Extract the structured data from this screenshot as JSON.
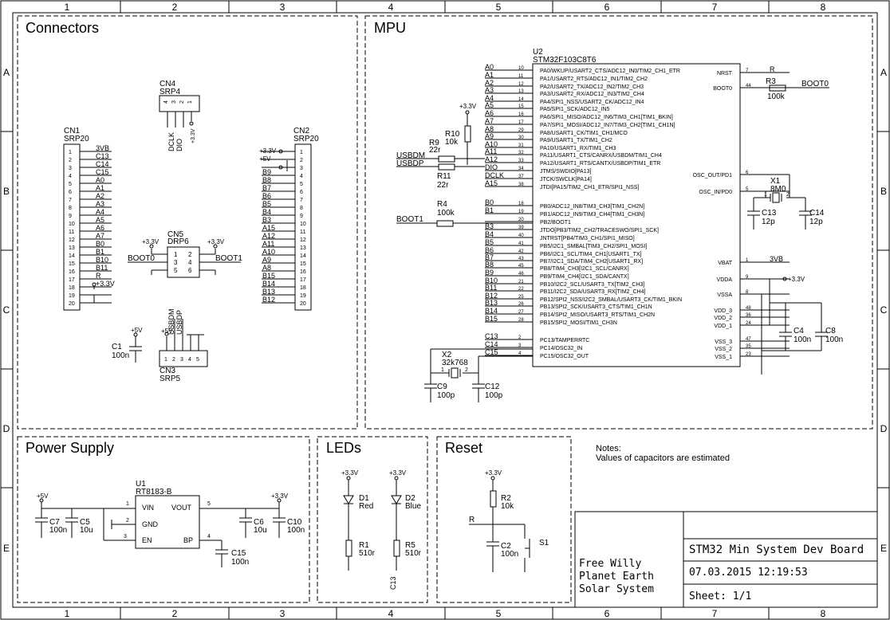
{
  "border": {
    "columns": [
      "1",
      "2",
      "3",
      "4",
      "5",
      "6",
      "7",
      "8"
    ],
    "rows": [
      "A",
      "B",
      "C",
      "D",
      "E"
    ]
  },
  "sections": {
    "connectors": "Connectors",
    "mpu": "MPU",
    "power": "Power Supply",
    "leds": "LEDs",
    "reset": "Reset"
  },
  "notes": {
    "title": "Notes:",
    "text": "Values of capacitors are estimated"
  },
  "title_block": {
    "author_line1": "Free Willy",
    "author_line2": "Planet Earth",
    "author_line3": "Solar System",
    "title": "STM32 Min System Dev Board",
    "date": "07.03.2015 12:19:53",
    "sheet": "Sheet: 1/1"
  },
  "cn1": {
    "ref": "CN1",
    "type": "SRP20",
    "pins": [
      "1",
      "2",
      "3",
      "4",
      "5",
      "6",
      "7",
      "8",
      "9",
      "10",
      "11",
      "12",
      "13",
      "14",
      "15",
      "16",
      "17",
      "18",
      "19",
      "20"
    ],
    "nets": [
      "3VB",
      "C13",
      "C14",
      "C15",
      "A0",
      "A1",
      "A2",
      "A3",
      "A4",
      "A5",
      "A6",
      "A7",
      "B0",
      "B1",
      "B10",
      "B11",
      "R",
      "+3.3V",
      "",
      ""
    ]
  },
  "cn2": {
    "ref": "CN2",
    "type": "SRP20",
    "pins": [
      "1",
      "2",
      "3",
      "4",
      "5",
      "6",
      "7",
      "8",
      "9",
      "10",
      "11",
      "12",
      "13",
      "14",
      "15",
      "16",
      "17",
      "18",
      "19",
      "20"
    ],
    "nets": [
      "+3.3V",
      "+5V",
      "",
      "B9",
      "B8",
      "B7",
      "B6",
      "B5",
      "B4",
      "B3",
      "A15",
      "A12",
      "A11",
      "A10",
      "A9",
      "A8",
      "B15",
      "B14",
      "B13",
      "B12"
    ]
  },
  "cn4": {
    "ref": "CN4",
    "type": "SRP4",
    "pins": [
      "4",
      "3",
      "2",
      "1"
    ],
    "nets": [
      "DCLK",
      "DIO",
      "+3.3V"
    ]
  },
  "cn5": {
    "ref": "CN5",
    "type": "DRP6",
    "pins_left": [
      "1",
      "3",
      "5"
    ],
    "pins_right": [
      "2",
      "4",
      "6"
    ],
    "boot0": "BOOT0",
    "boot1": "BOOT1",
    "vcc_l": "+3.3V",
    "vcc_r": "+3.3V"
  },
  "cn3": {
    "ref": "CN3",
    "type": "SRP5",
    "pins": [
      "1",
      "2",
      "3",
      "4",
      "5"
    ],
    "nets": [
      "+5V",
      "USBDM",
      "USBDP"
    ]
  },
  "c1": {
    "ref": "C1",
    "value": "100n",
    "vcc": "+5V"
  },
  "u2": {
    "ref": "U2",
    "part": "STM32F103C8T6",
    "left_pins": [
      {
        "net": "A0",
        "num": "10",
        "name": "PA0/WKUP/USART2_CTS/ADC12_IN0/TIM2_CH1_ETR"
      },
      {
        "net": "A1",
        "num": "11",
        "name": "PA1/USART2_RTS/ADC12_IN1/TIM2_CH2"
      },
      {
        "net": "A2",
        "num": "12",
        "name": "PA2/USART2_TX/ADC12_IN2/TIM2_CH3"
      },
      {
        "net": "A3",
        "num": "13",
        "name": "PA3/USART2_RX/ADC12_IN3/TIM2_CH4"
      },
      {
        "net": "A4",
        "num": "14",
        "name": "PA4/SPI1_NSS/USART2_CK/ADC12_IN4"
      },
      {
        "net": "A5",
        "num": "15",
        "name": "PA5/SPI1_SCK/ADC12_IN5"
      },
      {
        "net": "A6",
        "num": "16",
        "name": "PA6/SPI1_MISO/ADC12_IN6/TIM3_CH1[TIM1_BKIN]"
      },
      {
        "net": "A7",
        "num": "17",
        "name": "PA7/SPI1_MOSI/ADC12_IN7/TIM3_CH2[TIM1_CH1N]"
      },
      {
        "net": "A8",
        "num": "29",
        "name": "PA8/USART1_CK/TIM1_CH1/MCO"
      },
      {
        "net": "A9",
        "num": "30",
        "name": "PA9/USART1_TX/TIM1_CH2"
      },
      {
        "net": "A10",
        "num": "31",
        "name": "PA10/USART1_RX/TIM1_CH3"
      },
      {
        "net": "A11",
        "num": "32",
        "name": "PA11/USART1_CTS/CANRX/USBDM/TIM1_CH4"
      },
      {
        "net": "A12",
        "num": "33",
        "name": "PA12/USART1_RTS/CANTX/USBDP/TIM1_ETR"
      },
      {
        "net": "DIO",
        "num": "34",
        "name": "JTMS/SWDIO[PA13]"
      },
      {
        "net": "DCLK",
        "num": "37",
        "name": "JTCK/SWCLK[PA14]"
      },
      {
        "net": "A15",
        "num": "38",
        "name": "JTDI[PA15/TIM2_CH1_ETR/SPI1_NSS]"
      },
      {
        "net": "B0",
        "num": "18",
        "name": "PB0/ADC12_IN8/TIM3_CH3[TIM1_CH2N]"
      },
      {
        "net": "B1",
        "num": "19",
        "name": "PB1/ADC12_IN9/TIM3_CH4[TIM1_CH3N]"
      },
      {
        "net": "",
        "num": "20",
        "name": "PB2/BOOT1"
      },
      {
        "net": "B3",
        "num": "39",
        "name": "JTDO[PB3/TIM2_CH2/TRACESWO/SPI1_SCK]"
      },
      {
        "net": "B4",
        "num": "40",
        "name": "JNTRST[PB4/TIM3_CH1/SPI1_MISO]"
      },
      {
        "net": "B5",
        "num": "41",
        "name": "PB5/I2C1_SMBAL[TIM3_CH2/SPI1_MOSI]"
      },
      {
        "net": "B6",
        "num": "42",
        "name": "PB6/I2C1_SCL/TIM4_CH1[USART1_TX]"
      },
      {
        "net": "B7",
        "num": "43",
        "name": "PB7/I2C1_SDA/TIM4_CH2[USART1_RX]"
      },
      {
        "net": "B8",
        "num": "45",
        "name": "PB8/TIM4_CH3[I2C1_SCL/CANRX]"
      },
      {
        "net": "B9",
        "num": "46",
        "name": "PB9/TIM4_CH4[I2C1_SDA/CANTX]"
      },
      {
        "net": "B10",
        "num": "21",
        "name": "PB10/I2C2_SCL/USART3_TX[TIM2_CH3]"
      },
      {
        "net": "B11",
        "num": "22",
        "name": "PB11/I2C2_SDA/USART3_RX[TIM2_CH4]"
      },
      {
        "net": "B12",
        "num": "25",
        "name": "PB12/SPI2_NSS/I2C2_SMBAL/USART3_CK/TIM1_BKIN"
      },
      {
        "net": "B13",
        "num": "26",
        "name": "PB13/SPI2_SCK/USART3_CTS/TIM1_CH1N"
      },
      {
        "net": "B14",
        "num": "27",
        "name": "PB14/SPI2_MISO/USART3_RTS/TIM1_CH2N"
      },
      {
        "net": "B15",
        "num": "28",
        "name": "PB15/SPI2_MOSI/TIM1_CH3N"
      },
      {
        "net": "C13",
        "num": "2",
        "name": "PC13/TAMPERRTC"
      },
      {
        "net": "C14",
        "num": "3",
        "name": "PC14/OSC32_IN"
      },
      {
        "net": "C15",
        "num": "4",
        "name": "PC15/OSC32_OUT"
      }
    ],
    "right_pins": [
      {
        "name": "NRST",
        "num": "7",
        "net": "R"
      },
      {
        "name": "BOOT0",
        "num": "44",
        "net": ""
      },
      {
        "name": "OSC_OUT/PD1",
        "num": "6",
        "net": ""
      },
      {
        "name": "OSC_IN/PD0",
        "num": "5",
        "net": ""
      },
      {
        "name": "VBAT",
        "num": "1",
        "net": "3VB"
      },
      {
        "name": "VDDA",
        "num": "9",
        "net": ""
      },
      {
        "name": "VSSA",
        "num": "8",
        "net": ""
      },
      {
        "name": "VDD_3",
        "num": "48",
        "net": ""
      },
      {
        "name": "VDD_2",
        "num": "36",
        "net": ""
      },
      {
        "name": "VDD_1",
        "num": "24",
        "net": ""
      },
      {
        "name": "VSS_3",
        "num": "47",
        "net": ""
      },
      {
        "name": "VSS_2",
        "num": "35",
        "net": ""
      },
      {
        "name": "VSS_1",
        "num": "23",
        "net": ""
      }
    ]
  },
  "mpu_parts": {
    "r3": {
      "ref": "R3",
      "value": "100k",
      "net": "BOOT0"
    },
    "r4": {
      "ref": "R4",
      "value": "100k",
      "net": "BOOT1"
    },
    "r9": {
      "ref": "R9",
      "value": "22r"
    },
    "r10": {
      "ref": "R10",
      "value": "10k",
      "vcc": "+3.3V"
    },
    "r11": {
      "ref": "R11",
      "value": "22r"
    },
    "usbdm": "USBDM",
    "usbdp": "USBDP",
    "x1": {
      "ref": "X1",
      "value": "8M0",
      "p1": "1",
      "p2": "2"
    },
    "c13": {
      "ref": "C13",
      "value": "12p"
    },
    "c14": {
      "ref": "C14",
      "value": "12p"
    },
    "x2": {
      "ref": "X2",
      "value": "32k768",
      "p1": "1",
      "p2": "2"
    },
    "c9": {
      "ref": "C9",
      "value": "100p"
    },
    "c12": {
      "ref": "C12",
      "value": "100p"
    },
    "c4": {
      "ref": "C4",
      "value": "100n"
    },
    "c8": {
      "ref": "C8",
      "value": "100n"
    },
    "vdd": "+3.3V"
  },
  "power": {
    "u1": {
      "ref": "U1",
      "part": "RT8183-B",
      "vin": "VIN",
      "vout": "VOUT",
      "gnd": "GND",
      "en": "EN",
      "bp": "BP",
      "p1": "1",
      "p2": "2",
      "p3": "3",
      "p4": "4",
      "p5": "5"
    },
    "vin": "+5V",
    "vout": "+3.3V",
    "c7": {
      "ref": "C7",
      "value": "100n"
    },
    "c5": {
      "ref": "C5",
      "value": "10u"
    },
    "c6": {
      "ref": "C6",
      "value": "10u"
    },
    "c10": {
      "ref": "C10",
      "value": "100n"
    },
    "c15": {
      "ref": "C15",
      "value": "100n"
    }
  },
  "leds": {
    "d1": {
      "ref": "D1",
      "color": "Red",
      "vcc": "+3.3V"
    },
    "d2": {
      "ref": "D2",
      "color": "Blue",
      "vcc": "+3.3V"
    },
    "r1": {
      "ref": "R1",
      "value": "510r"
    },
    "r5": {
      "ref": "R5",
      "value": "510r",
      "net": "C13"
    }
  },
  "reset": {
    "vcc": "+3.3V",
    "r2": {
      "ref": "R2",
      "value": "10k"
    },
    "c2": {
      "ref": "C2",
      "value": "100n"
    },
    "s1": {
      "ref": "S1"
    },
    "net": "R"
  }
}
